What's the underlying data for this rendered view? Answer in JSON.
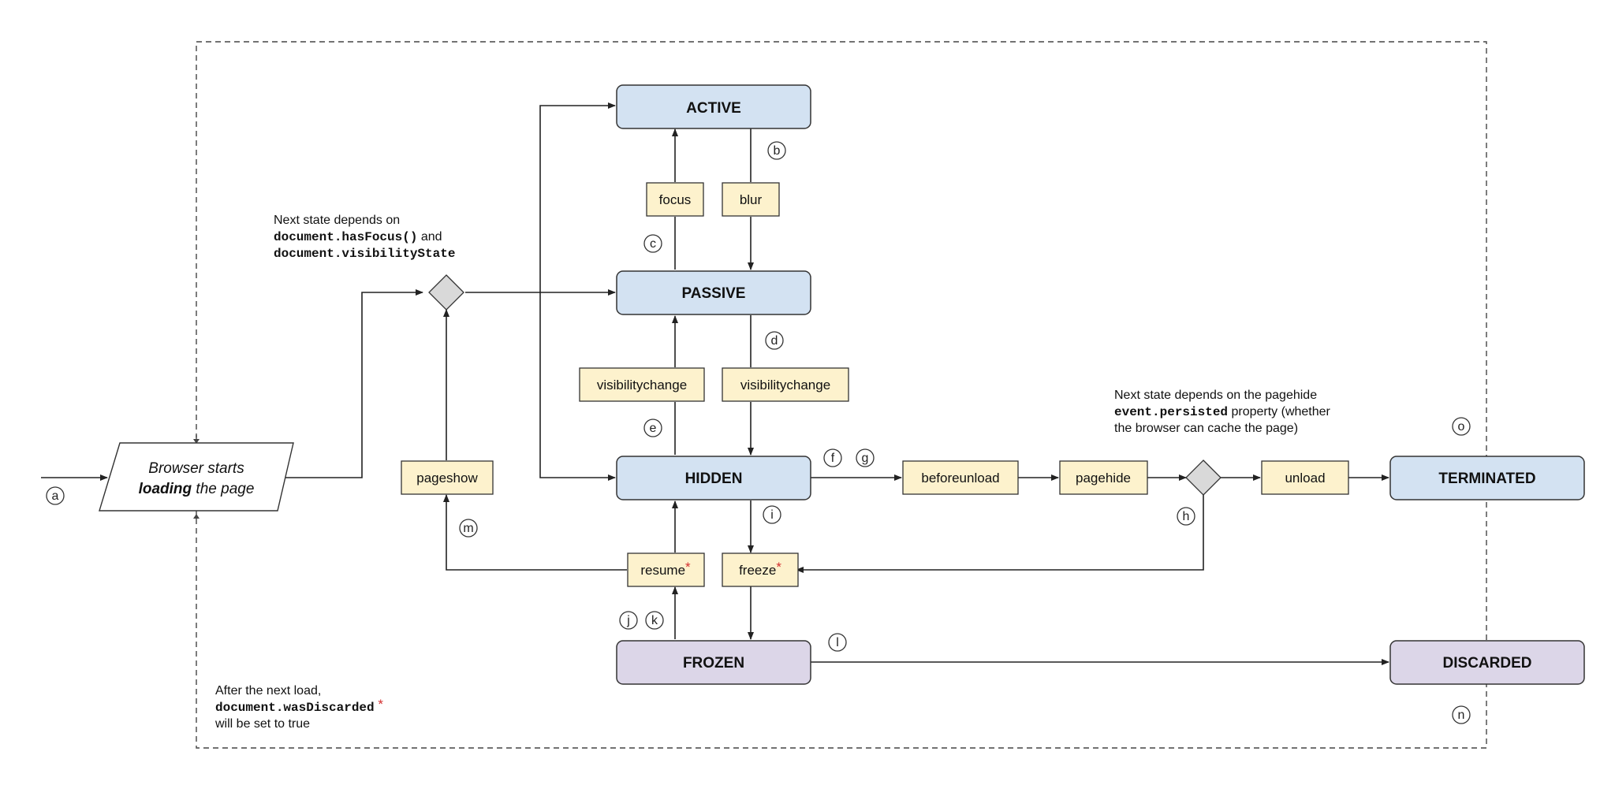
{
  "colors": {
    "state_blue": "#d3e2f2",
    "state_purple": "#dcd6e8",
    "event_yellow": "#fdf2cd",
    "diamond_gray": "#d9d9d9",
    "star_red": "#d32f2f"
  },
  "start": {
    "line1": "Browser starts",
    "line2_bold": "loading",
    "line2_rest": " the page"
  },
  "states": {
    "active": "ACTIVE",
    "passive": "PASSIVE",
    "hidden": "HIDDEN",
    "frozen": "FROZEN",
    "terminated": "TERMINATED",
    "discarded": "DISCARDED"
  },
  "events": {
    "focus": "focus",
    "blur": "blur",
    "visibilitychange_up": "visibilitychange",
    "visibilitychange_down": "visibilitychange",
    "pageshow": "pageshow",
    "beforeunload": "beforeunload",
    "pagehide": "pagehide",
    "unload": "unload",
    "resume": "resume",
    "freeze": "freeze",
    "star": "*"
  },
  "markers": {
    "a": "ⓐ",
    "b": "ⓑ",
    "c": "ⓒ",
    "d": "ⓓ",
    "e": "ⓔ",
    "f": "ⓕ",
    "g": "ⓖ",
    "h": "ⓗ",
    "i": "ⓘ",
    "j": "ⓙ",
    "k": "ⓚ",
    "l": "ⓛ",
    "m": "ⓜ",
    "n": "ⓝ",
    "o": "ⓞ"
  },
  "notes": {
    "focus_note": {
      "line1": "Next state depends on",
      "line2_code": "document.hasFocus()",
      "line2_rest": " and",
      "line3_code": "document.visibilityState"
    },
    "pagehide_note": {
      "line1": "Next state depends on the pagehide",
      "line2_code": "event.persisted",
      "line2_rest": " property (whether",
      "line3": "the browser can cache the page)"
    },
    "discard_note": {
      "line1": "After the next load,",
      "line2_code": "document.wasDiscarded",
      "line2_star": " *",
      "line3": "will be set to true"
    }
  }
}
